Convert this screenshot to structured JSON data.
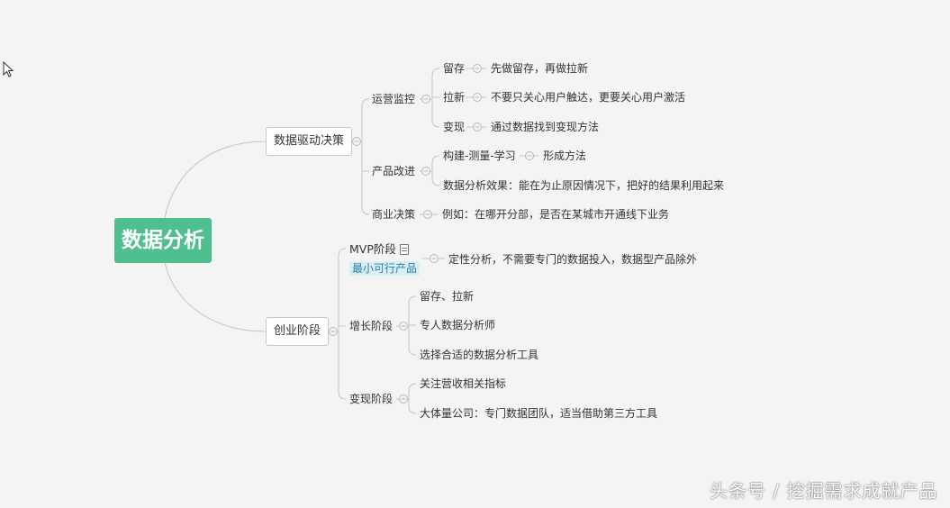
{
  "map": {
    "root": "数据分析",
    "branch1": {
      "label": "数据驱动决策",
      "ops": {
        "label": "运营监控",
        "retention": {
          "label": "留存",
          "detail": "先做留存，再做拉新"
        },
        "acquisition": {
          "label": "拉新",
          "detail": "不要只关心用户触达，更要关心用户激活"
        },
        "monetization": {
          "label": "变现",
          "detail": "通过数据找到变现方法"
        }
      },
      "product": {
        "label": "产品改进",
        "build_measure_learn": {
          "label": "构建-测量-学习",
          "detail": "形成方法"
        },
        "analysis_effect": "数据分析效果：能在为止原因情况下，把好的结果利用起来"
      },
      "business": {
        "label": "商业决策",
        "detail": "例如：在哪开分部，是否在某城市开通线下业务"
      }
    },
    "branch2": {
      "label": "创业阶段",
      "mvp": {
        "label": "MVP阶段",
        "tag": "最小可行产品",
        "detail": "定性分析，不需要专门的数据投入，数据型产品除外"
      },
      "growth": {
        "label": "增长阶段",
        "items": [
          "留存、拉新",
          "专人数据分析师",
          "选择合适的数据分析工具"
        ]
      },
      "monetize": {
        "label": "变现阶段",
        "items": [
          "关注营收相关指标",
          "大体量公司：专门数据团队，适当借助第三方工具"
        ]
      }
    }
  },
  "watermark": "头条号 / 挖掘需求成就产品",
  "colors": {
    "root_bg": "#4fbf8f",
    "line": "#c2c2c2",
    "tag_bg": "#daeef5",
    "tag_text": "#2a7fa0",
    "canvas": "#f4f4f4"
  },
  "icons": {
    "collapse": "collapse-circle-icon",
    "note": "note-icon",
    "cursor": "mouse-cursor-icon"
  }
}
